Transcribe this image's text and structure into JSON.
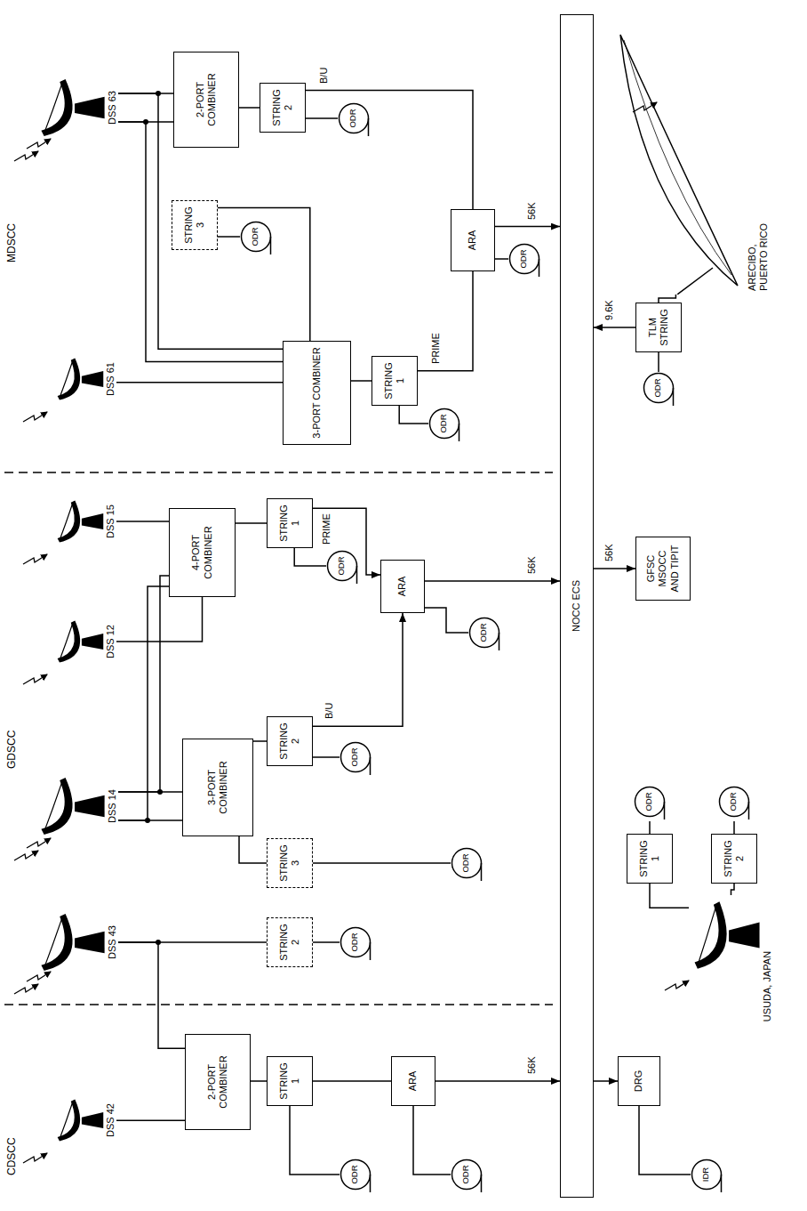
{
  "diagram": {
    "nodes": [
      {
        "text": [
          "DSS 42"
        ]
      },
      {
        "text": [
          "DSS 43"
        ]
      },
      {
        "text": [
          "2-PORT COMBINER"
        ]
      },
      {
        "text": [
          "STRING 1"
        ]
      },
      {
        "text": [
          "STRING 2"
        ]
      },
      {
        "text": [
          "ODR"
        ]
      },
      {
        "text": [
          "ODR"
        ]
      },
      {
        "text": [
          "ARA"
        ]
      },
      {
        "text": [
          "ODR"
        ]
      },
      {
        "text": [
          "DSS 14"
        ]
      },
      {
        "text": [
          "DSS 12"
        ]
      },
      {
        "text": [
          "DSS 15"
        ]
      },
      {
        "text": [
          "3-PORT COMBINER"
        ]
      },
      {
        "text": [
          "4-PORT COMBINER"
        ]
      },
      {
        "text": [
          "STRING 3"
        ]
      },
      {
        "text": [
          "STRING 2"
        ]
      },
      {
        "text": [
          "STRING 1"
        ]
      },
      {
        "text": [
          "ODR"
        ]
      },
      {
        "text": [
          "ODR"
        ]
      },
      {
        "text": [
          "ODR"
        ]
      },
      {
        "text": [
          "ARA"
        ]
      },
      {
        "text": [
          "ODR"
        ]
      },
      {
        "text": [
          "DSS 61"
        ]
      },
      {
        "text": [
          "DSS 63"
        ]
      },
      {
        "text": [
          "3-PORT COMBINER"
        ]
      },
      {
        "text": [
          "2-PORT COMBINER"
        ]
      },
      {
        "text": [
          "STRING 3"
        ]
      },
      {
        "text": [
          "STRING 1"
        ]
      },
      {
        "text": [
          "STRING 2"
        ]
      },
      {
        "text": [
          "ODR"
        ]
      },
      {
        "text": [
          "ODR"
        ]
      },
      {
        "text": [
          "ODR"
        ]
      },
      {
        "text": [
          "ARA"
        ]
      },
      {
        "text": [
          "ODR"
        ]
      },
      {
        "text": [
          "NOCC ECS"
        ]
      },
      {
        "text": [
          "DRG"
        ]
      },
      {
        "text": [
          "IDR"
        ]
      },
      {
        "text": [
          "USUDA, JAPAN"
        ]
      },
      {
        "text": [
          "STRING 1"
        ]
      },
      {
        "text": [
          "STRING 2"
        ]
      },
      {
        "text": [
          "ODR"
        ]
      },
      {
        "text": [
          "ODR"
        ]
      },
      {
        "text": [
          "GFSC MSOCC AND TIPIT"
        ]
      },
      {
        "text": [
          "TLM STRING"
        ]
      },
      {
        "text": [
          "ODR"
        ]
      },
      {
        "text": [
          "ARECIBO, PUERTO RICO"
        ]
      }
    ],
    "edges": [
      {
        "from": 0,
        "to": 2,
        "arrow": "none"
      },
      {
        "from": 1,
        "to": 2,
        "arrow": "none"
      },
      {
        "from": 1,
        "to": 4,
        "arrow": "none"
      },
      {
        "from": 2,
        "to": 3,
        "arrow": "none"
      },
      {
        "from": 3,
        "to": 5,
        "arrow": "none"
      },
      {
        "from": 3,
        "to": 7,
        "arrow": "none"
      },
      {
        "from": 4,
        "to": 6,
        "arrow": "none"
      },
      {
        "from": 7,
        "to": 8,
        "arrow": "none"
      },
      {
        "from": 7,
        "to": 34,
        "label": "56K",
        "arrow": "to"
      },
      {
        "from": 9,
        "to": 12,
        "arrow": "none"
      },
      {
        "from": 9,
        "to": 12,
        "arrow": "none"
      },
      {
        "from": 9,
        "to": 13,
        "arrow": "none"
      },
      {
        "from": 9,
        "to": 13,
        "arrow": "none"
      },
      {
        "from": 10,
        "to": 13,
        "arrow": "none"
      },
      {
        "from": 11,
        "to": 13,
        "arrow": "none"
      },
      {
        "from": 12,
        "to": 15,
        "arrow": "none"
      },
      {
        "from": 12,
        "to": 14,
        "arrow": "none"
      },
      {
        "from": 13,
        "to": 16,
        "arrow": "none"
      },
      {
        "from": 16,
        "to": 20,
        "label": "PRIME",
        "arrow": "to"
      },
      {
        "from": 15,
        "to": 20,
        "label": "B/U",
        "arrow": "to"
      },
      {
        "from": 14,
        "to": 17,
        "arrow": "none"
      },
      {
        "from": 15,
        "to": 18,
        "arrow": "none"
      },
      {
        "from": 16,
        "to": 19,
        "arrow": "none"
      },
      {
        "from": 20,
        "to": 21,
        "arrow": "none"
      },
      {
        "from": 20,
        "to": 34,
        "label": "56K",
        "arrow": "to"
      },
      {
        "from": 22,
        "to": 24,
        "arrow": "none"
      },
      {
        "from": 23,
        "to": 25,
        "arrow": "none"
      },
      {
        "from": 23,
        "to": 25,
        "arrow": "none"
      },
      {
        "from": 23,
        "to": 24,
        "arrow": "none"
      },
      {
        "from": 23,
        "to": 24,
        "arrow": "none"
      },
      {
        "from": 24,
        "to": 27,
        "arrow": "none"
      },
      {
        "from": 24,
        "to": 26,
        "arrow": "none"
      },
      {
        "from": 25,
        "to": 28,
        "arrow": "none"
      },
      {
        "from": 27,
        "to": 32,
        "label": "PRIME",
        "arrow": "none"
      },
      {
        "from": 28,
        "to": 32,
        "label": "B/U",
        "arrow": "none"
      },
      {
        "from": 26,
        "to": 31,
        "arrow": "none"
      },
      {
        "from": 27,
        "to": 29,
        "arrow": "none"
      },
      {
        "from": 28,
        "to": 30,
        "arrow": "none"
      },
      {
        "from": 32,
        "to": 33,
        "arrow": "none"
      },
      {
        "from": 32,
        "to": 34,
        "label": "56K",
        "arrow": "to"
      },
      {
        "from": 34,
        "to": 35,
        "arrow": "to"
      },
      {
        "from": 35,
        "to": 36,
        "arrow": "none"
      },
      {
        "from": 37,
        "to": 38,
        "arrow": "none"
      },
      {
        "from": 37,
        "to": 39,
        "arrow": "none"
      },
      {
        "from": 38,
        "to": 40,
        "arrow": "none"
      },
      {
        "from": 39,
        "to": 41,
        "arrow": "none"
      },
      {
        "from": 34,
        "to": 42,
        "label": "56K",
        "arrow": "to"
      },
      {
        "from": 43,
        "to": 34,
        "label": "9.6K",
        "arrow": "to"
      },
      {
        "from": 43,
        "to": 44,
        "arrow": "none"
      },
      {
        "from": 45,
        "to": 43,
        "arrow": "none"
      }
    ],
    "labels": [
      "CDSCC",
      "GDSCC",
      "MDSCC"
    ]
  }
}
